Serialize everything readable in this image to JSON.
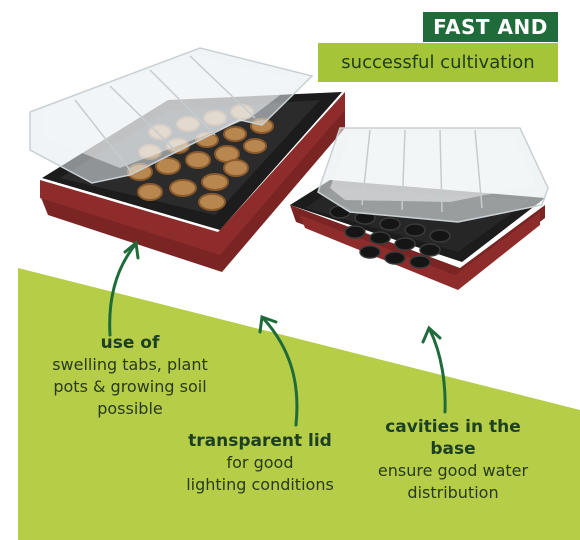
{
  "banner": {
    "line1": "FAST AND",
    "line2": "successful cultivation"
  },
  "colors": {
    "dark_green": "#1f6b3a",
    "lime_green": "#a6c437",
    "tray_base": "#7a2424"
  },
  "callouts": [
    {
      "title": "use of",
      "lines": [
        "swelling tabs, plant",
        "pots & growing soil",
        "possible"
      ]
    },
    {
      "title": "transparent lid",
      "lines": [
        "for good",
        "lighting conditions"
      ]
    },
    {
      "title": "cavities in the",
      "title2": "base",
      "lines": [
        "ensure good water",
        "distribution"
      ]
    }
  ]
}
